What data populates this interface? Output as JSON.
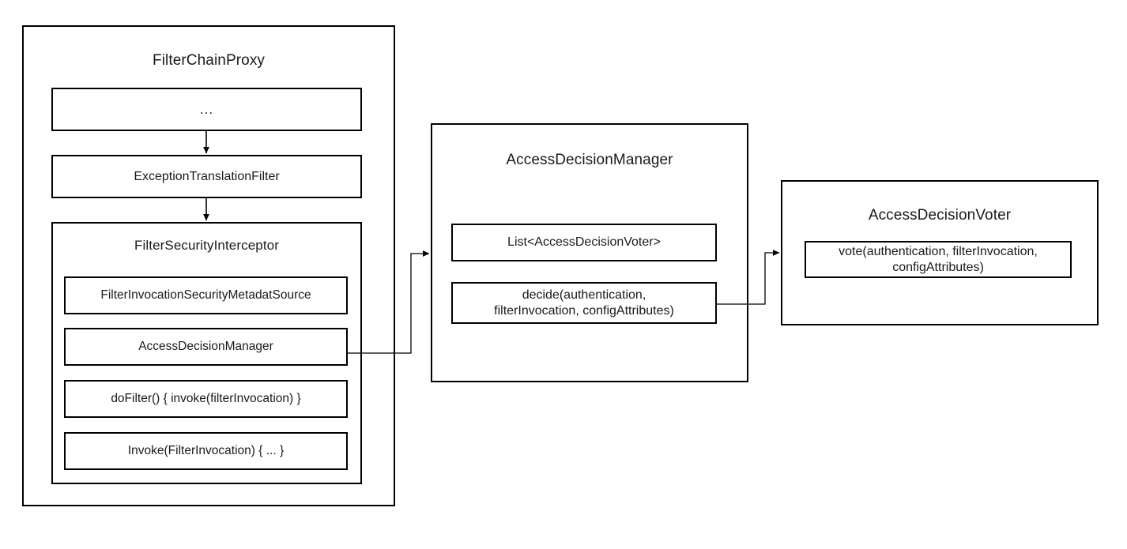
{
  "diagram": {
    "title_font_color": "#1a1a1a",
    "stroke_color": "#000000",
    "background": "#ffffff"
  },
  "filter_chain_proxy": {
    "title": "FilterChainProxy",
    "items": [
      {
        "label": "..."
      },
      {
        "label": "ExceptionTranslationFilter"
      }
    ],
    "filter_security_interceptor": {
      "title": "FilterSecurityInterceptor",
      "members": [
        {
          "label": "FilterInvocationSecurityMetadatSource"
        },
        {
          "label": "AccessDecisionManager"
        },
        {
          "label": "doFilter() { invoke(filterInvocation) }"
        },
        {
          "label": "Invoke(FilterInvocation) { ... }"
        }
      ]
    }
  },
  "access_decision_manager": {
    "title": "AccessDecisionManager",
    "members": [
      {
        "label": "List<AccessDecisionVoter>"
      },
      {
        "label": "decide(authentication,\nfilterInvocation, configAttributes)"
      }
    ]
  },
  "access_decision_voter": {
    "title": "AccessDecisionVoter",
    "members": [
      {
        "label": "vote(authentication, filterInvocation,\nconfigAttributes)"
      }
    ]
  },
  "connectors": [
    {
      "name": "ellipsis-to-exception-translation-filter",
      "kind": "arrow-down"
    },
    {
      "name": "exception-translation-filter-to-filter-security-interceptor",
      "kind": "arrow-down"
    },
    {
      "name": "access-decision-manager-member-to-access-decision-manager-box",
      "kind": "elbow-arrow-right"
    },
    {
      "name": "decide-method-to-access-decision-voter-box",
      "kind": "elbow-arrow-right"
    }
  ]
}
